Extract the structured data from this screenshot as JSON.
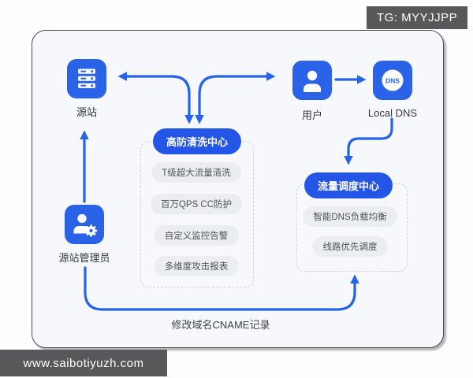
{
  "watermarks": {
    "top_right": "TG: MYYJJPP",
    "bottom_left": "www.saibotiyuzh.com"
  },
  "diagram": {
    "nodes": {
      "origin": {
        "label": "源站"
      },
      "admin": {
        "label": "源站管理员"
      },
      "user": {
        "label": "用户"
      },
      "local_dns": {
        "label": "Local DNS",
        "icon_text": "DNS"
      }
    },
    "cleaning_center": {
      "title": "高防清洗中心",
      "items": [
        "T级超大流量清洗",
        "百万QPS CC防护",
        "自定义监控告警",
        "多维度攻击报表"
      ]
    },
    "scheduling_center": {
      "title": "流量调度中心",
      "items": [
        "智能DNS负载均衡",
        "线路优先调度"
      ]
    },
    "bottom_note": "修改域名CNAME记录"
  },
  "colors": {
    "accent_arrow_blue": "#2563eb",
    "icon_blue": "#2a63e8",
    "pill_blue": "#2356e6",
    "card_background": "#f6f8fc",
    "gray_item_background": "#ebedf0",
    "dashed_border": "#ccd3de",
    "watermark_background": "#58585a"
  }
}
